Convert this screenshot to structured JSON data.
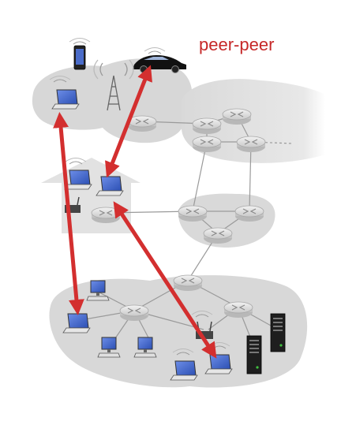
{
  "title": "peer-peer",
  "colors": {
    "title": "#c62828",
    "arrow": "#d32f2f",
    "region": "#d6d6d6",
    "router": "#cfcfcf",
    "link": "#9a9a9a",
    "device_screen": "#3f63c9"
  },
  "icons": [
    "smartphone-icon",
    "car-icon",
    "cell-tower-icon",
    "laptop-icon",
    "router-icon",
    "wifi-access-point-icon",
    "server-icon",
    "home-icon"
  ],
  "arrows": [
    {
      "from": "laptop-top-left",
      "to": "laptop-bottom-left",
      "bidirectional": true
    },
    {
      "from": "car",
      "to": "home-laptop",
      "bidirectional": true
    },
    {
      "from": "home-router",
      "to": "laptop-bottom-right",
      "bidirectional": true
    }
  ]
}
